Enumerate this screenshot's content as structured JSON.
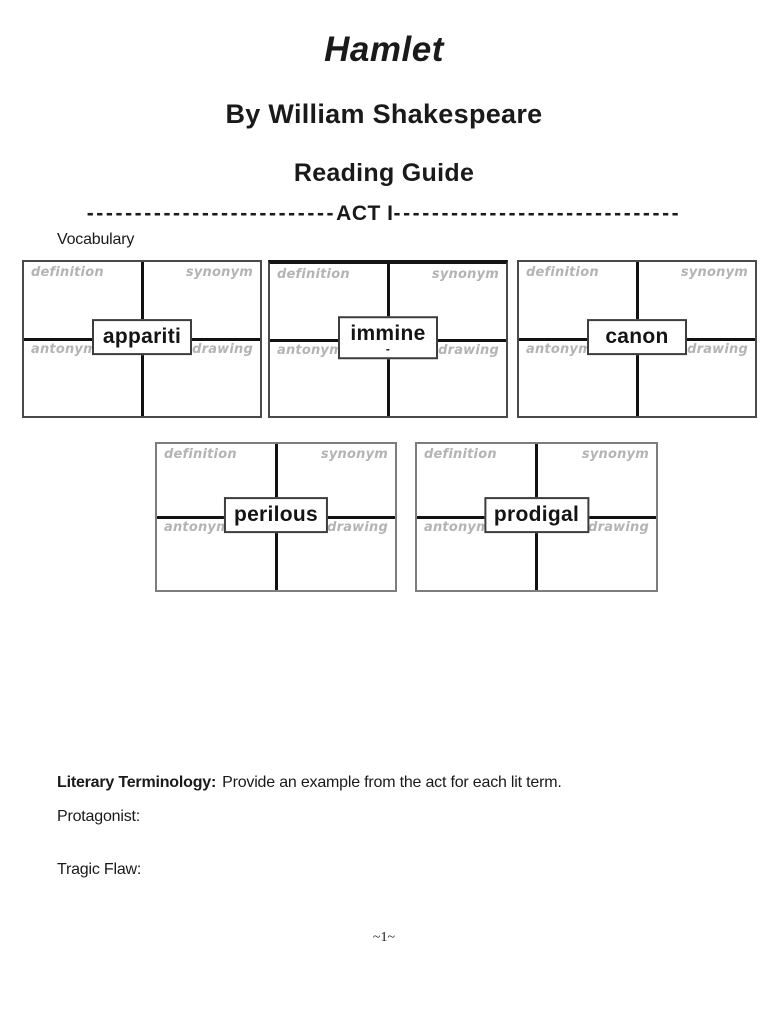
{
  "header": {
    "title": "Hamlet",
    "byline": "By William Shakespeare",
    "subtitle": "Reading Guide",
    "act_divider": {
      "left_dashes": "--------------------------",
      "label": "ACT I",
      "right_dashes": "------------------------------"
    },
    "vocabulary_heading": "Vocabulary"
  },
  "vocab": {
    "quadrant_labels": {
      "top_left": "definition",
      "top_right": "synonym",
      "bottom_left": "antonym",
      "bottom_right": "drawing"
    },
    "cards": [
      {
        "word": "appariti",
        "subline": ""
      },
      {
        "word": "immine",
        "subline": "-"
      },
      {
        "word": "canon",
        "subline": ""
      },
      {
        "word": "perilous",
        "subline": ""
      },
      {
        "word": "prodigal",
        "subline": ""
      }
    ]
  },
  "literary_terminology": {
    "heading": "Literary Terminology:",
    "instruction": "Provide an example from the act for each lit term.",
    "terms": [
      {
        "label": "Protagonist:"
      },
      {
        "label": "Tragic Flaw:"
      }
    ]
  },
  "footer": {
    "page_number": "~1~"
  },
  "colors": {
    "text": "#1a1a1a",
    "muted_label": "#b4b4b4",
    "card_border": "#4a4a4a",
    "card_border_light": "#7d7d7d",
    "cross_line": "#111111"
  }
}
